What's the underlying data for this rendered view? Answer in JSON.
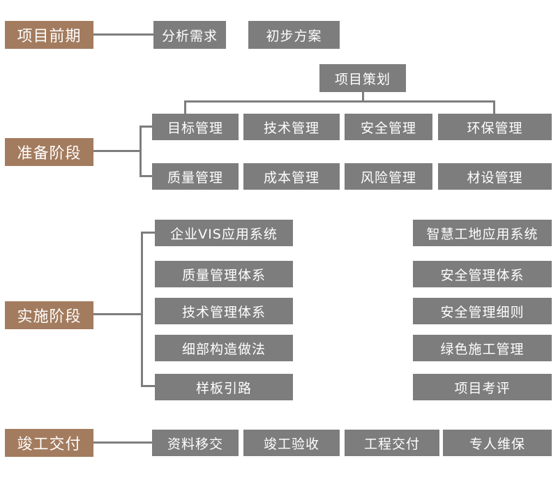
{
  "stages": {
    "pre": {
      "title": "项目前期",
      "items": [
        "分析需求",
        "初步方案"
      ]
    },
    "prep": {
      "title": "准备阶段",
      "planning": "项目策划",
      "row1": [
        "目标管理",
        "技术管理",
        "安全管理",
        "环保管理"
      ],
      "row2": [
        "质量管理",
        "成本管理",
        "风险管理",
        "材设管理"
      ]
    },
    "impl": {
      "title": "实施阶段",
      "left": [
        "企业VIS应用系统",
        "质量管理体系",
        "技术管理体系",
        "细部构造做法",
        "样板引路"
      ],
      "right": [
        "智慧工地应用系统",
        "安全管理体系",
        "安全管理细则",
        "绿色施工管理",
        "项目考评"
      ]
    },
    "final": {
      "title": "竣工交付",
      "items": [
        "资料移交",
        "竣工验收",
        "工程交付",
        "专人维保"
      ]
    }
  },
  "colors": {
    "stage": "#a37b5e",
    "task": "#7d7d7d",
    "connector": "#7d7d7d"
  }
}
